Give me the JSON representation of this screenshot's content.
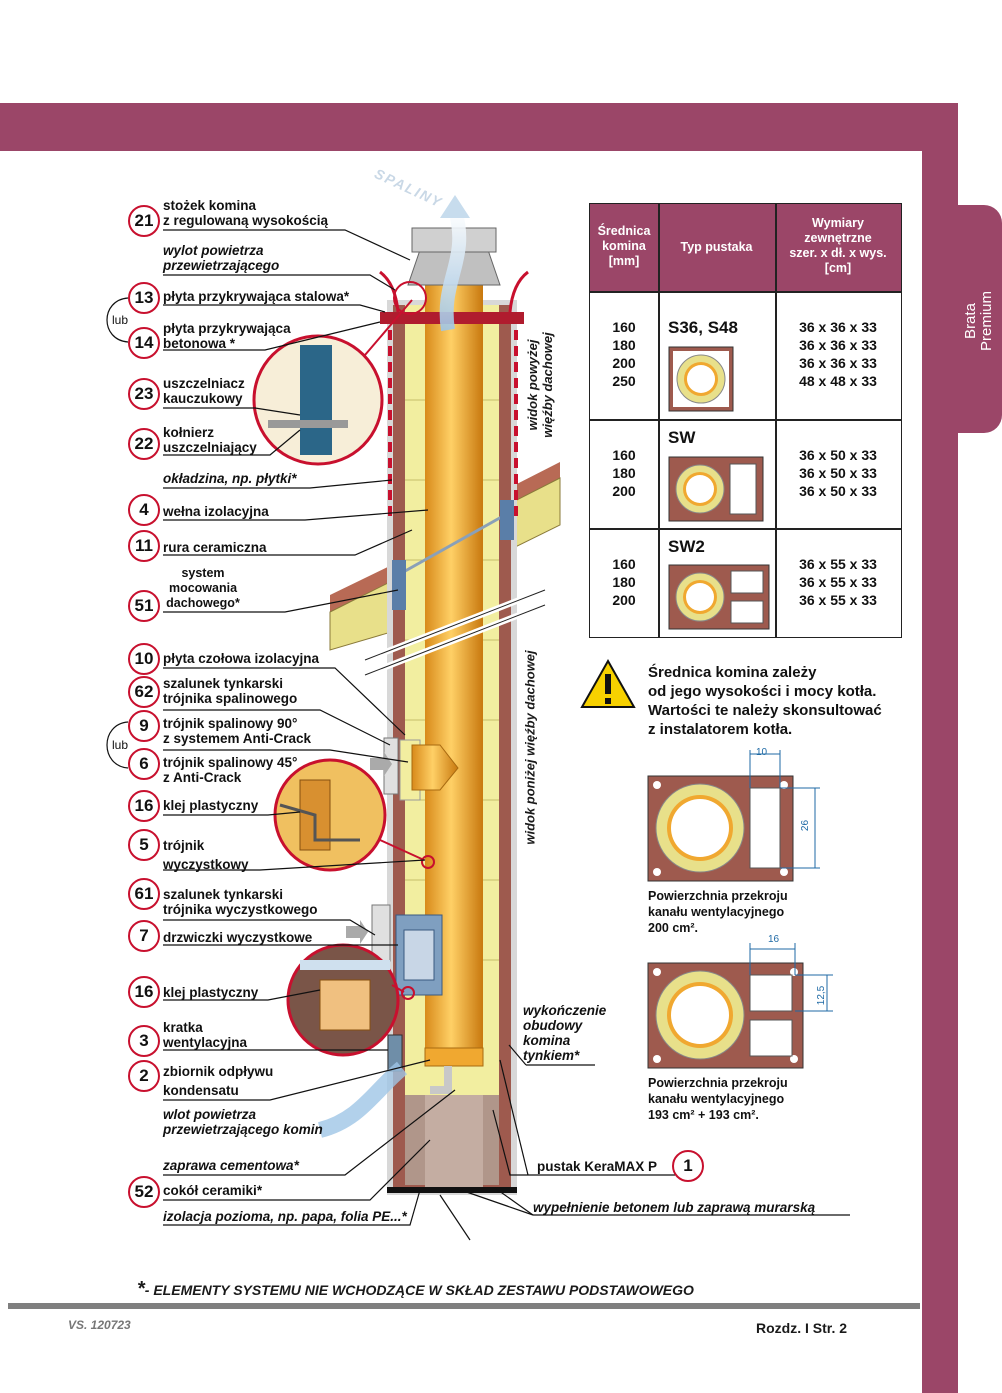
{
  "brand": {
    "line1": "Brata",
    "line2": "Premium"
  },
  "labels": {
    "l21": [
      "stożek komina",
      "z regulowaną wysokością"
    ],
    "wylot": [
      "wylot powietrza",
      "przewietrzającego"
    ],
    "l13": "płyta przykrywająca stalowa",
    "l14": [
      "płyta przykrywająca",
      "betonowa"
    ],
    "l23": [
      "uszczelniacz",
      "kauczukowy"
    ],
    "l22": [
      "kołnierz",
      "uszczelniający"
    ],
    "okladzina": "okładzina, np. płytki",
    "l4": "wełna izolacyjna",
    "l11": "rura ceramiczna",
    "l51": [
      "system",
      "mocowania",
      "dachowego"
    ],
    "l10": "płyta czołowa izolacyjna",
    "l62": [
      "szalunek tynkarski",
      "trójnika spalinowego"
    ],
    "l9": [
      "trójnik spalinowy 90°",
      "z systemem Anti-Crack"
    ],
    "l6": [
      "trójnik spalinowy 45°",
      "z Anti-Crack"
    ],
    "l16a": "klej plastyczny",
    "l5": [
      "trójnik",
      "wyczystkowy"
    ],
    "l61": [
      "szalunek tynkarski",
      "trójnika wyczystkowego"
    ],
    "l7": "drzwiczki wyczystkowe",
    "l16b": "klej plastyczny",
    "l3": [
      "kratka",
      "wentylacyjna"
    ],
    "l2": [
      "zbiornik odpływu",
      "kondensatu"
    ],
    "wlot": [
      "wlot powietrza",
      "przewietrzającego komin"
    ],
    "zaprawa": "zaprawa cementowa",
    "l52": "cokół ceramiki",
    "izolacja": "izolacja pozioma, np. papa, folia PE...",
    "wykonczenie": [
      "wykończenie",
      "obudowy",
      "komina",
      "tynkiem"
    ],
    "l1": "pustak KeraMAX P",
    "wypelnienie": "wypełnienie betonem lub zaprawą murarską",
    "widok_powyzej": [
      "widok powyżej",
      "więźby dachowej"
    ],
    "widok_ponizej": "widok poniżej więźby dachowej",
    "spaliny": "SPALINY",
    "lub": "lub",
    "star": "*"
  },
  "numbers": [
    "21",
    "13",
    "14",
    "23",
    "22",
    "4",
    "11",
    "51",
    "10",
    "62",
    "9",
    "6",
    "16",
    "5",
    "61",
    "7",
    "16",
    "3",
    "2",
    "52",
    "1"
  ],
  "table": {
    "headers": [
      [
        "Średnica",
        "komina",
        "[mm]"
      ],
      [
        "Typ pustaka"
      ],
      [
        "Wymiary",
        "zewnętrzne",
        "szer. x dł. x wys.",
        "[cm]"
      ]
    ],
    "rows": [
      {
        "diam": [
          "160",
          "180",
          "200",
          "250"
        ],
        "type": "S36, S48",
        "dims": [
          "36 x 36 x 33",
          "36 x 36 x 33",
          "36 x 36 x 33",
          "48 x 48 x 33"
        ]
      },
      {
        "diam": [
          "160",
          "180",
          "200"
        ],
        "type": "SW",
        "dims": [
          "36 x 50 x 33",
          "36 x 50 x 33",
          "36 x 50 x 33"
        ]
      },
      {
        "diam": [
          "160",
          "180",
          "200"
        ],
        "type": "SW2",
        "dims": [
          "36 x 55 x 33",
          "36 x 55 x 33",
          "36 x 55 x 33"
        ]
      }
    ]
  },
  "warning": [
    "Średnica komina zależy",
    "od jego wysokości i mocy kotła.",
    "Wartości te należy skonsultować",
    "z  instalatorem kotła."
  ],
  "section1": {
    "dims": [
      "10",
      "26"
    ],
    "caption": [
      "Powierzchnia przekroju",
      "kanału wentylacyjnego",
      "200 cm²."
    ]
  },
  "section2": {
    "dims": [
      "16",
      "12,5"
    ],
    "caption": [
      "Powierzchnia przekroju",
      "kanału wentylacyjnego",
      "193 cm² + 193 cm²."
    ]
  },
  "footnote": "- ELEMENTY SYSTEMU NIE WCHODZĄCE W SKŁAD ZESTAWU PODSTAWOWEGO",
  "version": "VS. 120723",
  "page": "Rozdz. I  Str. 2",
  "colors": {
    "brand": "#9b4668",
    "accent_red": "#c8102e",
    "liner": "#f0a830",
    "wool": "#f2eea0",
    "block": "#9e5a4e"
  }
}
